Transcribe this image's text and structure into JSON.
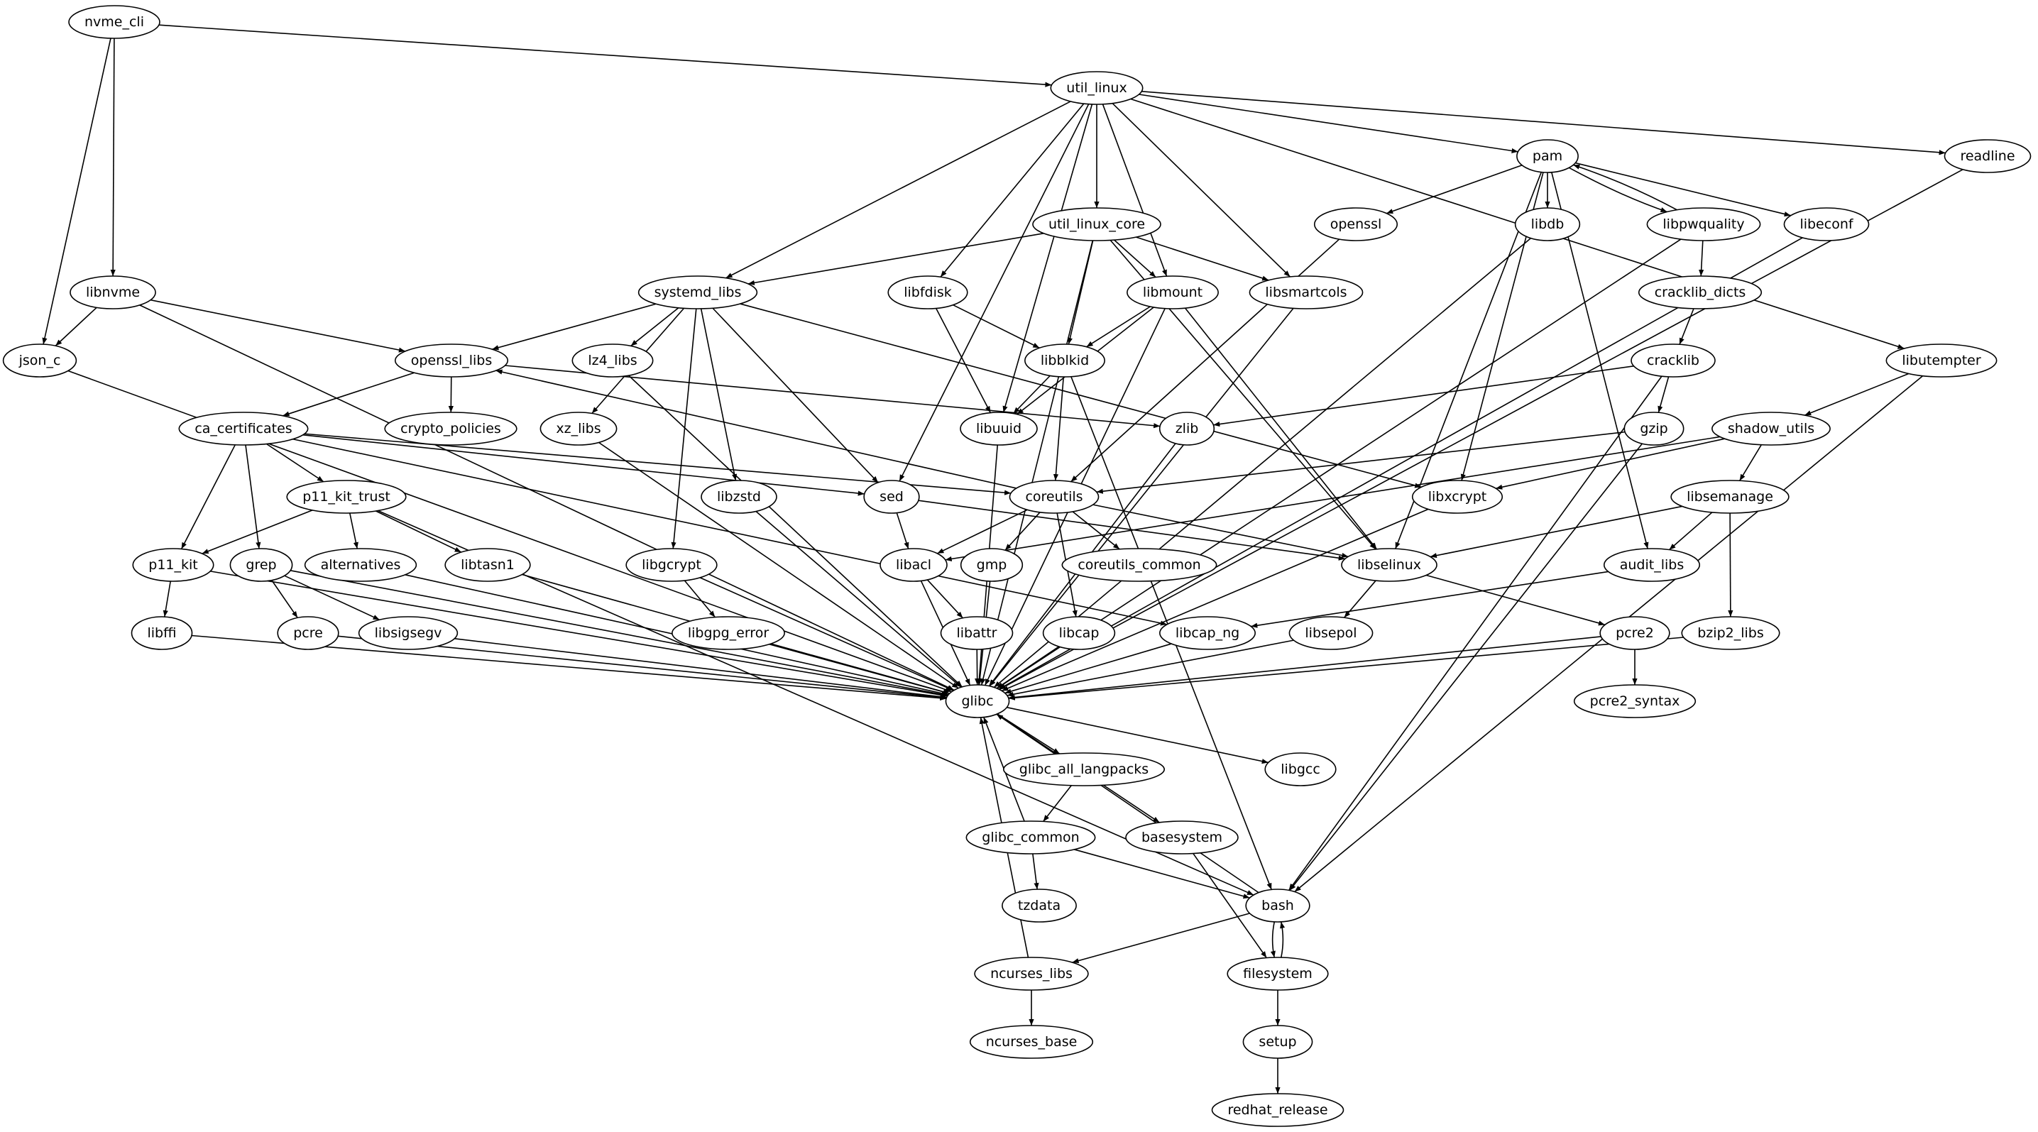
{
  "title": "Package dependency graph",
  "nodes": [
    {
      "id": "nvme_cli",
      "label": "nvme_cli"
    },
    {
      "id": "util_linux",
      "label": "util_linux"
    },
    {
      "id": "pam",
      "label": "pam"
    },
    {
      "id": "readline",
      "label": "readline"
    },
    {
      "id": "util_linux_core",
      "label": "util_linux_core"
    },
    {
      "id": "openssl",
      "label": "openssl"
    },
    {
      "id": "libdb",
      "label": "libdb"
    },
    {
      "id": "libpwquality",
      "label": "libpwquality"
    },
    {
      "id": "libeconf",
      "label": "libeconf"
    },
    {
      "id": "libnvme",
      "label": "libnvme"
    },
    {
      "id": "systemd_libs",
      "label": "systemd_libs"
    },
    {
      "id": "libfdisk",
      "label": "libfdisk"
    },
    {
      "id": "libmount",
      "label": "libmount"
    },
    {
      "id": "libsmartcols",
      "label": "libsmartcols"
    },
    {
      "id": "cracklib_dicts",
      "label": "cracklib_dicts"
    },
    {
      "id": "json_c",
      "label": "json_c"
    },
    {
      "id": "openssl_libs",
      "label": "openssl_libs"
    },
    {
      "id": "lz4_libs",
      "label": "lz4_libs"
    },
    {
      "id": "libblkid",
      "label": "libblkid"
    },
    {
      "id": "cracklib",
      "label": "cracklib"
    },
    {
      "id": "libutempter",
      "label": "libutempter"
    },
    {
      "id": "ca_certificates",
      "label": "ca_certificates"
    },
    {
      "id": "crypto_policies",
      "label": "crypto_policies"
    },
    {
      "id": "xz_libs",
      "label": "xz_libs"
    },
    {
      "id": "libuuid",
      "label": "libuuid"
    },
    {
      "id": "zlib",
      "label": "zlib"
    },
    {
      "id": "gzip",
      "label": "gzip"
    },
    {
      "id": "shadow_utils",
      "label": "shadow_utils"
    },
    {
      "id": "p11_kit_trust",
      "label": "p11_kit_trust"
    },
    {
      "id": "libzstd",
      "label": "libzstd"
    },
    {
      "id": "sed",
      "label": "sed"
    },
    {
      "id": "coreutils",
      "label": "coreutils"
    },
    {
      "id": "libxcrypt",
      "label": "libxcrypt"
    },
    {
      "id": "libsemanage",
      "label": "libsemanage"
    },
    {
      "id": "p11_kit",
      "label": "p11_kit"
    },
    {
      "id": "grep",
      "label": "grep"
    },
    {
      "id": "alternatives",
      "label": "alternatives"
    },
    {
      "id": "libtasn1",
      "label": "libtasn1"
    },
    {
      "id": "libgcrypt",
      "label": "libgcrypt"
    },
    {
      "id": "libacl",
      "label": "libacl"
    },
    {
      "id": "gmp",
      "label": "gmp"
    },
    {
      "id": "coreutils_common",
      "label": "coreutils_common"
    },
    {
      "id": "libselinux",
      "label": "libselinux"
    },
    {
      "id": "audit_libs",
      "label": "audit_libs"
    },
    {
      "id": "libffi",
      "label": "libffi"
    },
    {
      "id": "pcre",
      "label": "pcre"
    },
    {
      "id": "libsigsegv",
      "label": "libsigsegv"
    },
    {
      "id": "libgpg_error",
      "label": "libgpg_error"
    },
    {
      "id": "libattr",
      "label": "libattr"
    },
    {
      "id": "libcap",
      "label": "libcap"
    },
    {
      "id": "libcap_ng",
      "label": "libcap_ng"
    },
    {
      "id": "libsepol",
      "label": "libsepol"
    },
    {
      "id": "pcre2",
      "label": "pcre2"
    },
    {
      "id": "bzip2_libs",
      "label": "bzip2_libs"
    },
    {
      "id": "glibc",
      "label": "glibc"
    },
    {
      "id": "pcre2_syntax",
      "label": "pcre2_syntax"
    },
    {
      "id": "glibc_all_langpacks",
      "label": "glibc_all_langpacks"
    },
    {
      "id": "libgcc",
      "label": "libgcc"
    },
    {
      "id": "glibc_common",
      "label": "glibc_common"
    },
    {
      "id": "basesystem",
      "label": "basesystem"
    },
    {
      "id": "tzdata",
      "label": "tzdata"
    },
    {
      "id": "bash",
      "label": "bash"
    },
    {
      "id": "ncurses_libs",
      "label": "ncurses_libs"
    },
    {
      "id": "filesystem",
      "label": "filesystem"
    },
    {
      "id": "ncurses_base",
      "label": "ncurses_base"
    },
    {
      "id": "setup",
      "label": "setup"
    },
    {
      "id": "redhat_release",
      "label": "redhat_release"
    }
  ],
  "edges": [
    [
      "nvme_cli",
      "util_linux"
    ],
    [
      "nvme_cli",
      "libnvme"
    ],
    [
      "nvme_cli",
      "json_c"
    ],
    [
      "util_linux",
      "pam"
    ],
    [
      "util_linux",
      "readline"
    ],
    [
      "util_linux",
      "libutempter"
    ],
    [
      "util_linux",
      "util_linux_core"
    ],
    [
      "util_linux",
      "systemd_libs"
    ],
    [
      "util_linux",
      "libfdisk"
    ],
    [
      "util_linux",
      "libmount"
    ],
    [
      "util_linux",
      "libsmartcols"
    ],
    [
      "util_linux",
      "libuuid"
    ],
    [
      "util_linux",
      "sed"
    ],
    [
      "pam",
      "openssl"
    ],
    [
      "pam",
      "libdb"
    ],
    [
      "pam",
      "libpwquality"
    ],
    [
      "libpwquality",
      "pam"
    ],
    [
      "pam",
      "libeconf"
    ],
    [
      "pam",
      "libxcrypt"
    ],
    [
      "pam",
      "libselinux"
    ],
    [
      "pam",
      "audit_libs"
    ],
    [
      "util_linux_core",
      "systemd_libs"
    ],
    [
      "util_linux_core",
      "libmount"
    ],
    [
      "util_linux_core",
      "libsmartcols"
    ],
    [
      "util_linux_core",
      "libblkid"
    ],
    [
      "util_linux_core",
      "libselinux"
    ],
    [
      "util_linux_core",
      "glibc"
    ],
    [
      "libpwquality",
      "cracklib_dicts"
    ],
    [
      "libpwquality",
      "glibc"
    ],
    [
      "cracklib_dicts",
      "cracklib"
    ],
    [
      "libnvme",
      "json_c"
    ],
    [
      "libnvme",
      "openssl_libs"
    ],
    [
      "libnvme",
      "glibc"
    ],
    [
      "systemd_libs",
      "openssl_libs"
    ],
    [
      "systemd_libs",
      "lz4_libs"
    ],
    [
      "systemd_libs",
      "xz_libs"
    ],
    [
      "systemd_libs",
      "libzstd"
    ],
    [
      "systemd_libs",
      "libgcrypt"
    ],
    [
      "systemd_libs",
      "sed"
    ],
    [
      "systemd_libs",
      "libxcrypt"
    ],
    [
      "libfdisk",
      "libblkid"
    ],
    [
      "libfdisk",
      "libuuid"
    ],
    [
      "libmount",
      "libblkid"
    ],
    [
      "libmount",
      "libuuid"
    ],
    [
      "libmount",
      "libselinux"
    ],
    [
      "libmount",
      "glibc"
    ],
    [
      "libblkid",
      "libuuid"
    ],
    [
      "libblkid",
      "coreutils"
    ],
    [
      "libblkid",
      "bash"
    ],
    [
      "openssl",
      "coreutils"
    ],
    [
      "openssl_libs",
      "ca_certificates"
    ],
    [
      "openssl_libs",
      "crypto_policies"
    ],
    [
      "openssl_libs",
      "zlib"
    ],
    [
      "coreutils",
      "openssl_libs"
    ],
    [
      "cracklib",
      "zlib"
    ],
    [
      "cracklib",
      "gzip"
    ],
    [
      "cracklib",
      "bash"
    ],
    [
      "libutempter",
      "shadow_utils"
    ],
    [
      "libutempter",
      "bash"
    ],
    [
      "ca_certificates",
      "p11_kit_trust"
    ],
    [
      "ca_certificates",
      "p11_kit"
    ],
    [
      "ca_certificates",
      "grep"
    ],
    [
      "ca_certificates",
      "sed"
    ],
    [
      "ca_certificates",
      "coreutils"
    ],
    [
      "ca_certificates",
      "libcap_ng"
    ],
    [
      "gzip",
      "coreutils"
    ],
    [
      "gzip",
      "bash"
    ],
    [
      "shadow_utils",
      "libxcrypt"
    ],
    [
      "shadow_utils",
      "libsemanage"
    ],
    [
      "shadow_utils",
      "libacl"
    ],
    [
      "p11_kit_trust",
      "p11_kit"
    ],
    [
      "p11_kit_trust",
      "alternatives"
    ],
    [
      "p11_kit_trust",
      "libtasn1"
    ],
    [
      "p11_kit_trust",
      "bash"
    ],
    [
      "sed",
      "libacl"
    ],
    [
      "sed",
      "libselinux"
    ],
    [
      "coreutils",
      "libacl"
    ],
    [
      "coreutils",
      "gmp"
    ],
    [
      "coreutils",
      "coreutils_common"
    ],
    [
      "coreutils",
      "libselinux"
    ],
    [
      "coreutils",
      "libcap"
    ],
    [
      "libsemanage",
      "libselinux"
    ],
    [
      "libsemanage",
      "audit_libs"
    ],
    [
      "libsemanage",
      "bzip2_libs"
    ],
    [
      "p11_kit",
      "libffi"
    ],
    [
      "grep",
      "pcre"
    ],
    [
      "grep",
      "libsigsegv"
    ],
    [
      "libgcrypt",
      "libgpg_error"
    ],
    [
      "libacl",
      "libattr"
    ],
    [
      "libselinux",
      "libsepol"
    ],
    [
      "libselinux",
      "pcre2"
    ],
    [
      "audit_libs",
      "libcap_ng"
    ],
    [
      "pcre2",
      "pcre2_syntax"
    ],
    [
      "json_c",
      "glibc"
    ],
    [
      "p11_kit",
      "glibc"
    ],
    [
      "libffi",
      "glibc"
    ],
    [
      "grep",
      "glibc"
    ],
    [
      "pcre",
      "glibc"
    ],
    [
      "libsigsegv",
      "glibc"
    ],
    [
      "alternatives",
      "glibc"
    ],
    [
      "libtasn1",
      "glibc"
    ],
    [
      "xz_libs",
      "glibc"
    ],
    [
      "lz4_libs",
      "glibc"
    ],
    [
      "libgcrypt",
      "glibc"
    ],
    [
      "libgpg_error",
      "glibc"
    ],
    [
      "libzstd",
      "glibc"
    ],
    [
      "libuuid",
      "glibc"
    ],
    [
      "libacl",
      "glibc"
    ],
    [
      "libattr",
      "glibc"
    ],
    [
      "gmp",
      "glibc"
    ],
    [
      "libcap",
      "glibc"
    ],
    [
      "libcap_ng",
      "glibc"
    ],
    [
      "zlib",
      "glibc"
    ],
    [
      "libsepol",
      "glibc"
    ],
    [
      "libxcrypt",
      "glibc"
    ],
    [
      "libsmartcols",
      "glibc"
    ],
    [
      "libdb",
      "glibc"
    ],
    [
      "pcre2",
      "glibc"
    ],
    [
      "bzip2_libs",
      "glibc"
    ],
    [
      "libeconf",
      "glibc"
    ],
    [
      "readline",
      "glibc"
    ],
    [
      "glibc",
      "glibc_all_langpacks"
    ],
    [
      "glibc",
      "libgcc"
    ],
    [
      "glibc",
      "basesystem"
    ],
    [
      "glibc_all_langpacks",
      "glibc_common"
    ],
    [
      "glibc_common",
      "glibc"
    ],
    [
      "glibc_common",
      "tzdata"
    ],
    [
      "glibc_common",
      "bash"
    ],
    [
      "bash",
      "glibc"
    ],
    [
      "bash",
      "ncurses_libs"
    ],
    [
      "bash",
      "filesystem"
    ],
    [
      "filesystem",
      "bash"
    ],
    [
      "basesystem",
      "filesystem"
    ],
    [
      "ncurses_libs",
      "glibc"
    ],
    [
      "ncurses_libs",
      "ncurses_base"
    ],
    [
      "filesystem",
      "setup"
    ],
    [
      "setup",
      "redhat_release"
    ]
  ]
}
